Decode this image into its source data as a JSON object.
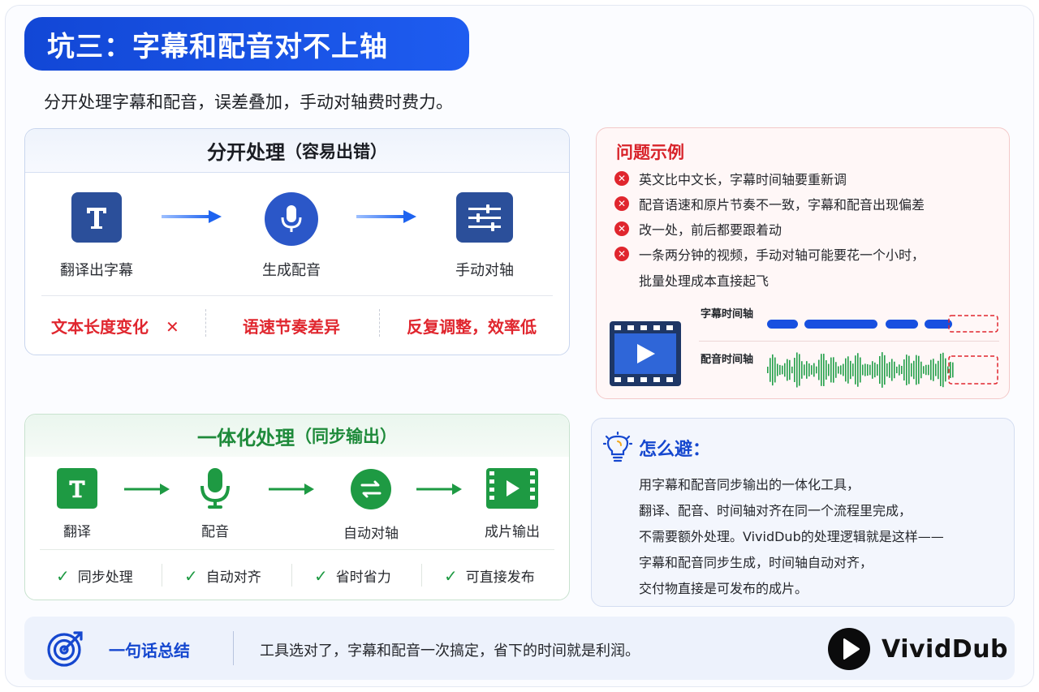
{
  "title": "坑三：字幕和配音对不上轴",
  "subtitle": "分开处理字幕和配音，误差叠加，手动对轴费时费力。",
  "separate": {
    "heading": "分开处理",
    "heading_note": "（容易出错）",
    "steps": [
      {
        "label": "翻译出字幕",
        "icon": "text-t-icon"
      },
      {
        "label": "生成配音",
        "icon": "microphone-icon"
      },
      {
        "label": "手动对轴",
        "icon": "sliders-icon"
      }
    ],
    "issues": [
      "文本长度变化",
      "语速节奏差异",
      "反复调整，效率低"
    ],
    "issue_mark": "✕"
  },
  "problem": {
    "title": "问题示例",
    "items": [
      "英文比中文长，字幕时间轴要重新调",
      "配音语速和原片节奏不一致，字幕和配音出现偏差",
      "改一处，前后都要跟着动",
      "一条两分钟的视频，手动对轴可能要花一个小时，"
    ],
    "item_continuation": "批量处理成本直接起飞",
    "timeline_subtitle_label": "字幕时间轴",
    "timeline_audio_label": "配音时间轴"
  },
  "integrated": {
    "heading": "一体化处理",
    "heading_note": "（同步输出）",
    "steps": [
      {
        "label": "翻译",
        "icon": "text-t-icon"
      },
      {
        "label": "配音",
        "icon": "microphone-icon"
      },
      {
        "label": "自动对轴",
        "icon": "sync-icon"
      },
      {
        "label": "成片输出",
        "icon": "video-film-icon"
      }
    ],
    "benefits": [
      "同步处理",
      "自动对齐",
      "省时省力",
      "可直接发布"
    ]
  },
  "avoid": {
    "title": "怎么避：",
    "lines": [
      "用字幕和配音同步输出的一体化工具，",
      "翻译、配音、时间轴对齐在同一个流程里完成，",
      "不需要额外处理。VividDub的处理逻辑就是这样——",
      "字幕和配音同步生成，时间轴自动对齐，",
      "交付物直接是可发布的成片。"
    ]
  },
  "summary": {
    "title": "一句话总结",
    "text": "工具选对了，字幕和配音一次搞定，省下的时间就是利润。"
  },
  "brand": {
    "name": "VividDub"
  },
  "colors": {
    "primary_blue": "#1547cf",
    "icon_navy": "#2b4f9a",
    "error_red": "#e0262e",
    "success_green": "#1e9a43"
  }
}
